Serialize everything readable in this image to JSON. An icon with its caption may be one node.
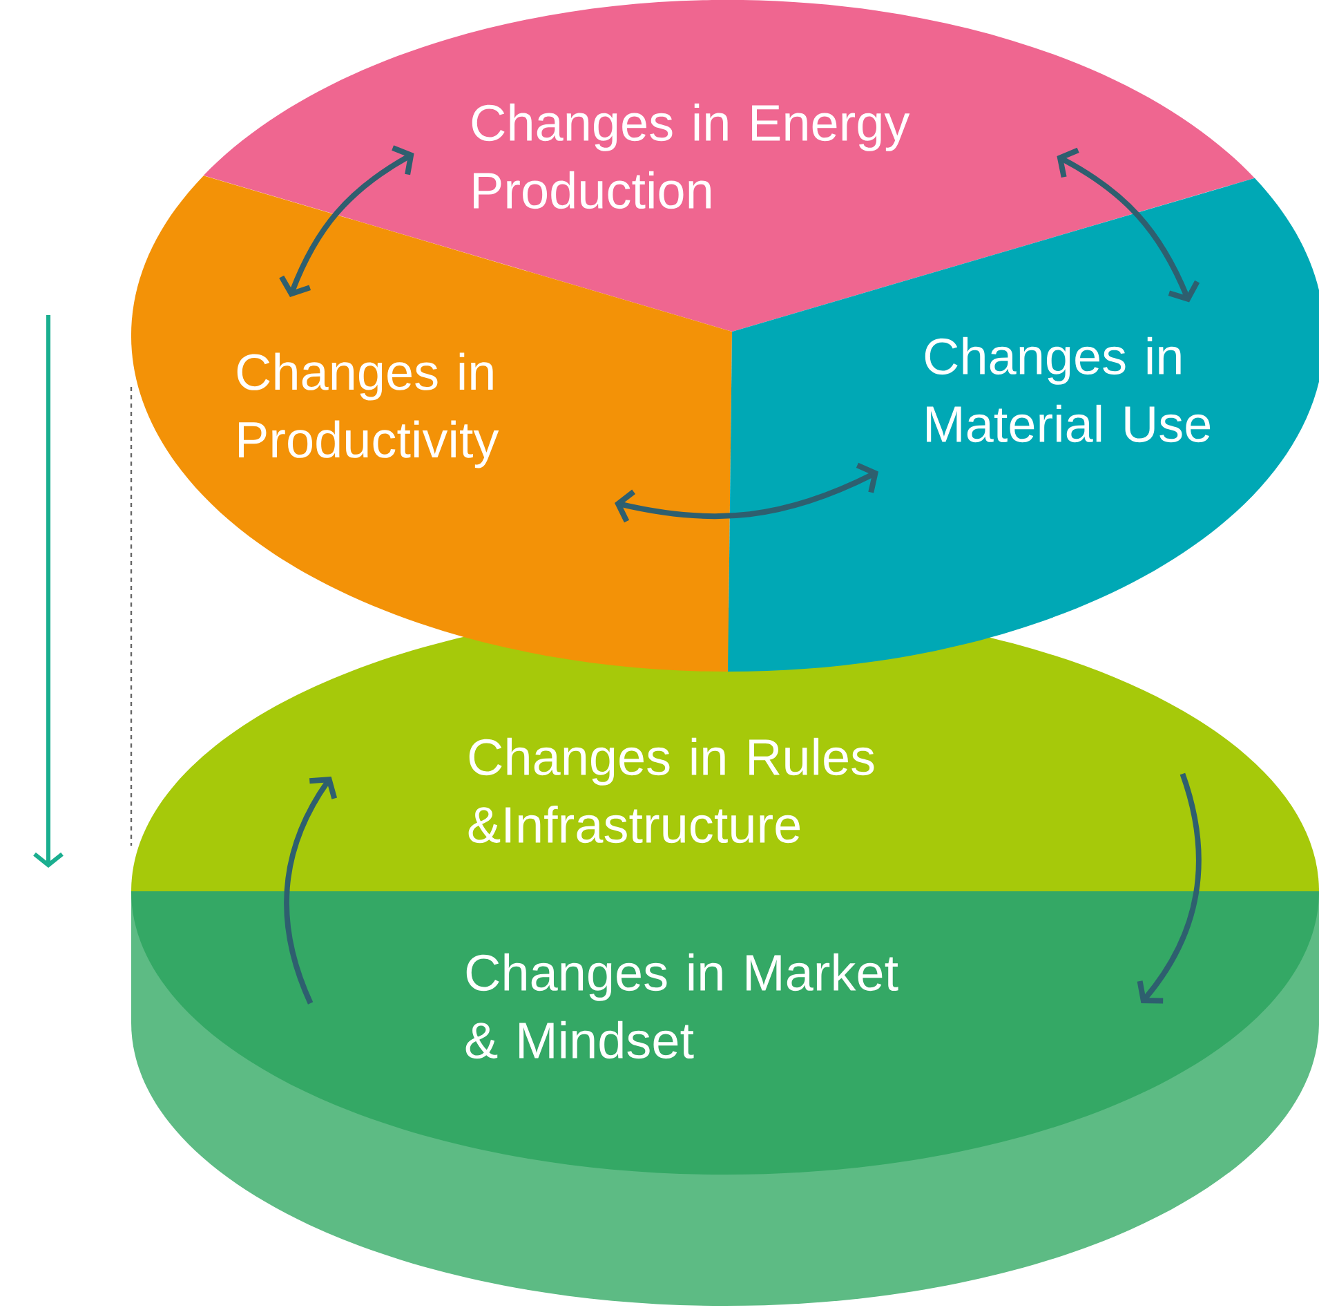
{
  "diagram": {
    "nodes": [
      {
        "text": [
          "Changes in Energy Production"
        ]
      },
      {
        "text": [
          "Changes in Productivity"
        ]
      },
      {
        "text": [
          "Changes in Material Use"
        ]
      },
      {
        "text": [
          "Changes in Rules &Infrastructure"
        ]
      },
      {
        "text": [
          "Changes in Market & Mindset"
        ]
      }
    ],
    "edges": [
      {
        "from": 0,
        "to": 1,
        "arrow": "both"
      },
      {
        "from": 0,
        "to": 2,
        "arrow": "both"
      },
      {
        "from": 1,
        "to": 2,
        "arrow": "both"
      },
      {
        "from": 4,
        "to": 3,
        "arrow": "to"
      },
      {
        "from": 3,
        "to": 4,
        "arrow": "to"
      }
    ]
  }
}
